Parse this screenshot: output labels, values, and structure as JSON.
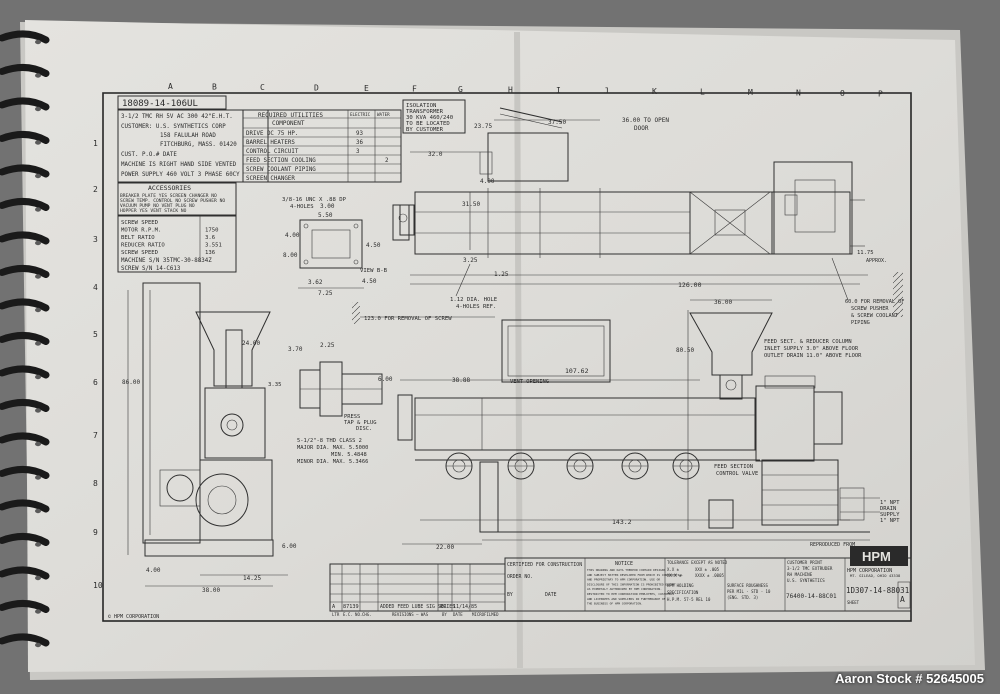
{
  "drawing_number_box": "18089-14-106UL",
  "columns": [
    "A",
    "B",
    "C",
    "D",
    "E",
    "F",
    "G",
    "H",
    "I",
    "J",
    "K",
    "L",
    "M",
    "N",
    "O",
    "P"
  ],
  "rows": [
    "1",
    "2",
    "3",
    "4",
    "5",
    "6",
    "7",
    "8",
    "9",
    "10"
  ],
  "specs": {
    "lines": [
      "3-1/2 TMC RH 5V AC 300 42\"E.H.T.",
      "CUSTOMER: U.S. SYNTHETICS CORP",
      "158 FALULAH ROAD",
      "FITCHBURG, MASS. 01420",
      "CUST. P.O.#          DATE",
      "MACHINE IS RIGHT HAND SIDE VENTED",
      "POWER SUPPLY 460 VOLT 3 PHASE 60CY"
    ]
  },
  "utilities": {
    "title": "REQUIRED UTILITIES",
    "col_component": "COMPONENT",
    "col_electric": "ELECTRIC",
    "col_water": "WATER",
    "rows": [
      {
        "name": "DRIVE DC 75 HP.",
        "elec": "93",
        "water": ""
      },
      {
        "name": "BARREL HEATERS",
        "elec": "36",
        "water": ""
      },
      {
        "name": "CONTROL CIRCUIT",
        "elec": "3",
        "water": ""
      },
      {
        "name": "FEED SECTION COOLING",
        "elec": "",
        "water": "2"
      },
      {
        "name": "SCREW COOLANT PIPING",
        "elec": "",
        "water": ""
      },
      {
        "name": "SCREEN CHANGER",
        "elec": "",
        "water": ""
      }
    ]
  },
  "accessories": {
    "title": "ACCESSORIES",
    "lines": [
      "BREAKER PLATE YES  SCREEN CHANGER NO",
      "SCREW TEMP. CONTROL NO  SCREW PUSHER NO",
      "VACUUM PUMP NO  VENT PLUG NO",
      "HOPPER YES  VENT STACK NO"
    ]
  },
  "performance": {
    "rows": [
      {
        "label": "SCREW SPEED",
        "value": ""
      },
      {
        "label": "MOTOR R.P.M.",
        "value": "1750"
      },
      {
        "label": "BELT RATIO",
        "value": "3.6"
      },
      {
        "label": "REDUCER RATIO",
        "value": "3.551"
      },
      {
        "label": "SCREW SPEED",
        "value": "136"
      }
    ],
    "machine_sn": "MACHINE S/N 35TMC-30-8834Z",
    "screw_sn": "SCREW S/N 14-C613"
  },
  "callouts": {
    "isolation": [
      "ISOLATION",
      "TRANSFORMER",
      "30 KVA 460/240",
      "TO BE LOCATED",
      "BY CUSTOMER"
    ],
    "open_door": [
      "36.00 TO OPEN",
      "DOOR"
    ],
    "holes_top": [
      "3/8-16 UNC X .88 DP",
      "4-HOLES"
    ],
    "view": "VIEW B-B",
    "removal_screw": "123.0 FOR REMOVAL OF SCREW",
    "dia_hole": [
      "1.12 DIA. HOLE",
      "4-HOLES REF."
    ],
    "removal_pusher": [
      "60.0 FOR REMOVAL OF",
      "SCREW PUSHER",
      "& SCREW COOLANT",
      "PIPING"
    ],
    "approx": "APPROX.",
    "vent_opening": "VENT OPENING",
    "press": [
      "PRESS",
      "TAP & PLUG",
      "DISC."
    ],
    "thread": [
      "5-1/2\"-8 THD CLASS 2",
      "MAJOR DIA. MAX. 5.5000",
      "MIN. 5.4848",
      "MINOR DIA. MAX. 5.3466"
    ],
    "feed_sect": [
      "FEED SECT. & REDUCER COLUMN",
      "INLET SUPPLY 3.0\" ABOVE FLOOR",
      "OUTLET DRAIN 11.0\" ABOVE FLOOR"
    ],
    "feed_valve": [
      "FEED SECTION",
      "CONTROL VALVE"
    ],
    "drain": [
      "1\" NPT",
      "DRAIN"
    ],
    "supply": [
      "1\" NPT",
      "SUPPLY"
    ],
    "reproduced": "REPRODUCED FROM"
  },
  "dims": {
    "d2375": "23.75",
    "d3750": "37.50",
    "d3200": "32.0",
    "d400a": "4.00",
    "d3150": "31.50",
    "d325": "3.25",
    "d125": "1.25",
    "d12600": "126.00",
    "d1175": "11.75",
    "d300": "3.00",
    "d550": "5.50",
    "d400b": "4.00",
    "d450": "4.50",
    "d800": "8.00",
    "d362": "3.62",
    "d725": "7.25",
    "d3600": "36.00",
    "d8050": "80.50",
    "d10762": "107.62",
    "d3888": "38.88",
    "d2400": "24.00",
    "d8600": "86.00",
    "d225": "2.25",
    "d370": "3.70",
    "d335": "3.35",
    "d600a": "6.00",
    "d14320": "143.2",
    "d2200": "22.00",
    "d600b": "6.00",
    "d1425": "14.25",
    "d3800": "38.00",
    "d400c": "4.00"
  },
  "revisions": {
    "row": [
      "A",
      "87139",
      "ADDED FEED LUBE SIG SERIES",
      "RC",
      "11/14/85"
    ],
    "headers": [
      "LTR",
      "E.C. NO.",
      "CHG.",
      "REVISIONS — WAS",
      "BY",
      "DATE",
      "MICROFILMED"
    ]
  },
  "title_block": {
    "certified": "CERTIFIED FOR CONSTRUCTION",
    "order_no": "ORDER NO.",
    "by": "BY",
    "date": "DATE",
    "notice_title": "NOTICE",
    "notice_lines": [
      "THIS DRAWING AND DATA THEREON CONTAIN DESIGNS",
      "AND SUBJECT MATTER DEVELOPED FROM WHICH IS CONFIDENTIAL",
      "AND PROPRIETARY TO HPM CORPORATION. USE OR",
      "DISCLOSURE OF THIS INFORMATION IS PROHIBITED EXCEPT",
      "AS EXPRESSLY AUTHORIZED BY HPM CORPORATION.",
      "RESTRICTED TO HPM CORPORATION EMPLOYEES, CUSTOMERS",
      "AND LICENSEES AND SUPPLIERS IN FURTHERANCE OF",
      "THE BUSINESS OF HPM CORPORATION."
    ],
    "tolerance": "TOLERANCE EXCEPT AS NOTED",
    "tol_lines": [
      "X.X ±",
      "XX.X ±",
      "XXX ± .005",
      "XXXX ± .0005"
    ],
    "hpm_holding": "HPM HOLDING",
    "specification": "SPECIFICATION",
    "hpm_spec": "H.P.M. 57-5 REL 10",
    "surface": [
      "SURFACE ROUGHNESS",
      "PER MIL - STD - 10",
      "(ENG. STD. 3)"
    ],
    "drawing_no": "76400-14-88C01",
    "customer_dwg": [
      "CUSTOMER PRINT",
      "3-1/2 TMC EXTRUDER",
      "RH MACHINE",
      "U.S. SYNTHETICS"
    ],
    "company": "HPM CORPORATION",
    "company_sub": "MT. GILEAD, OHIO 43338",
    "logo": "HPM",
    "final_no": "1D307-14-88031",
    "sheet": "SHEET",
    "rev_letter": "A"
  },
  "footer_left": "© HPM CORPORATION",
  "watermark": "Aaron Stock # 52645005"
}
